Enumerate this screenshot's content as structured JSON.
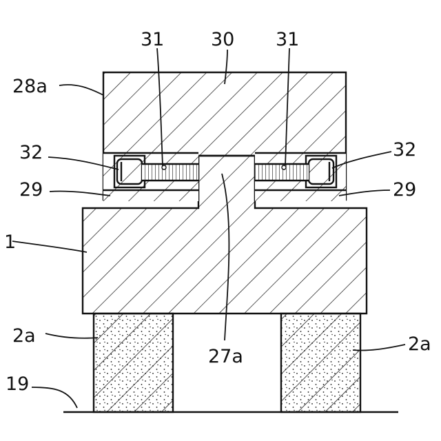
{
  "labels": {
    "l30": "30",
    "l31_left": "31",
    "l31_right": "31",
    "l28a": "28a",
    "l32_left": "32",
    "l32_right": "32",
    "l29_left": "29",
    "l29_right": "29",
    "l1": "1",
    "l2a_left": "2a",
    "l2a_right": "2a",
    "l27a": "27a",
    "l19": "19"
  }
}
